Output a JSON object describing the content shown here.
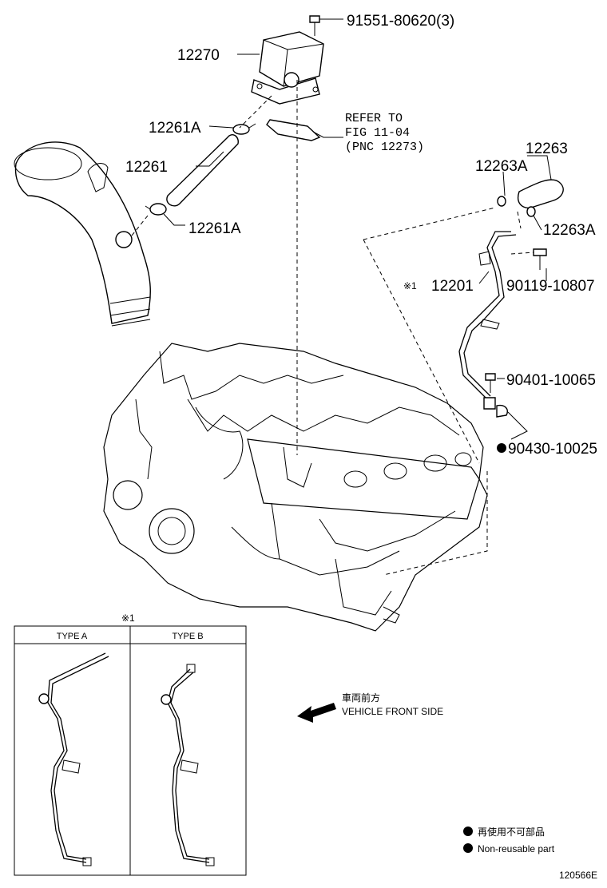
{
  "callouts": {
    "bolt_top": "91551-80620(3)",
    "vsv": "12270",
    "clamp_upper": "12261A",
    "refer_line1": "REFER TO",
    "refer_line2": "FIG 11-04",
    "refer_line3": "(PNC 12273)",
    "hose": "12261",
    "clamp_lower": "12261A",
    "hose_right": "12263",
    "clamp_right_top": "12263A",
    "clamp_right_bottom": "12263A",
    "note_mark": "※1",
    "pipe": "12201",
    "bolt_pipe": "90119-10807",
    "bolt_lower": "90401-10065",
    "gasket_nonreuse": "90430-10025"
  },
  "inset": {
    "mark": "※1",
    "type_a": "TYPE A",
    "type_b": "TYPE B"
  },
  "direction": {
    "japanese": "車両前方",
    "english": "VEHICLE FRONT SIDE"
  },
  "legend": {
    "japanese": "再使用不可部品",
    "english": "Non-reusable part"
  },
  "figure_id": "120566E"
}
